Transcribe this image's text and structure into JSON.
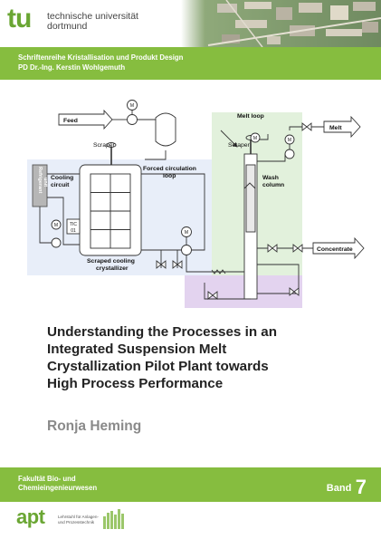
{
  "header": {
    "logo_mark": "tu",
    "university_line1": "technische universität",
    "university_line2": "dortmund"
  },
  "series": {
    "line1": "Schriftenreihe Kristallisation und Produkt Design",
    "line2": "PD Dr.-Ing. Kerstin Wohlgemuth"
  },
  "diagram": {
    "feed": "Feed",
    "scraper_left": "Scraper",
    "melt_loop": "Melt loop",
    "melt": "Melt",
    "scraper_right": "Scraper",
    "refrigerant": "Refrigerant",
    "refrigerant_unit": "unit",
    "cooling": "Cooling",
    "circuit": "circuit",
    "forced1": "Forced circulation",
    "forced2": "loop",
    "wash1": "Wash",
    "wash2": "column",
    "concentrate": "Concentrate",
    "crystallizer1": "Scraped cooling",
    "crystallizer2": "crystallizer",
    "motor": "M",
    "tic1": "TIC",
    "tic2": "01",
    "colors": {
      "blue_zone": "#e8eef9",
      "green_zone": "#e2f1dc",
      "purple_zone": "#e3d3ef",
      "brand_green": "#86bd3f"
    }
  },
  "title": {
    "line1": "Understanding the Processes in an",
    "line2": "Integrated Suspension Melt",
    "line3": "Crystallization Pilot Plant towards",
    "line4": "High Process Performance"
  },
  "author": "Ronja Heming",
  "footer": {
    "faculty_line1": "Fakultät Bio- und",
    "faculty_line2": "Chemieingenieurwesen",
    "band_label": "Band",
    "band_number": "7",
    "apt_word": "apt",
    "apt_sub1": "Lehrstuhl für Anlagen-",
    "apt_sub2": "und Prozesstechnik"
  }
}
